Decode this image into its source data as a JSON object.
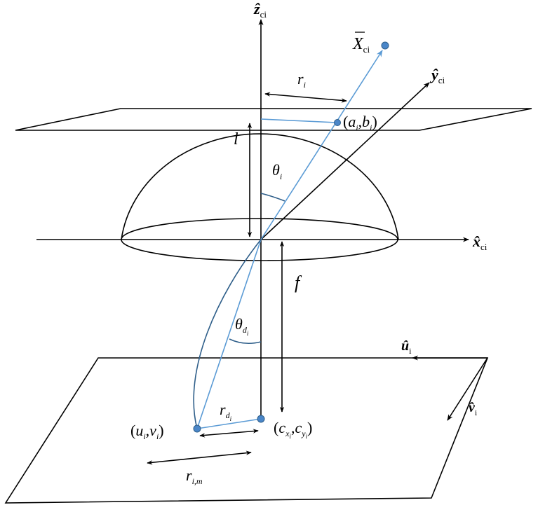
{
  "colors": {
    "ray": "#5b9bd5",
    "curve": "#2f5f8a",
    "point": "#4a86c8",
    "line": "#000000"
  },
  "labels": {
    "z_axis": {
      "hat": "ẑ",
      "sub": "ci"
    },
    "y_axis": {
      "hat": "ŷ",
      "sub": "ci"
    },
    "x_axis": {
      "hat": "x̂",
      "sub": "ci"
    },
    "u_axis": {
      "hat": "û",
      "sub": "i"
    },
    "v_axis": {
      "hat": "v̂",
      "sub": "i"
    },
    "world_point": {
      "main": "X",
      "sub": "ci"
    },
    "r_i": {
      "main": "r",
      "sub": "i"
    },
    "a_b": {
      "open": "(",
      "a": "a",
      "a_sub": "i",
      "comma": ",",
      "b": "b",
      "b_sub": "i",
      "close": ")"
    },
    "l": "l",
    "theta_i": {
      "main": "θ",
      "sub": "i"
    },
    "f": "f",
    "theta_d": {
      "main": "θ",
      "sub": "d",
      "subsub": "i"
    },
    "r_d": {
      "main": "r",
      "sub": "d",
      "subsub": "i"
    },
    "u_v": {
      "open": "(",
      "u": "u",
      "u_sub": "i",
      "comma": ",",
      "v": "v",
      "v_sub": "i",
      "close": ")"
    },
    "c": {
      "open": "(",
      "c1": "c",
      "c1_sub": "x",
      "c1_subsub": "i",
      "comma": ",",
      "c2": "c",
      "c2_sub": "y",
      "c2_subsub": "i",
      "close": ")"
    },
    "r_im": {
      "main": "r",
      "sub": "i,m"
    }
  }
}
